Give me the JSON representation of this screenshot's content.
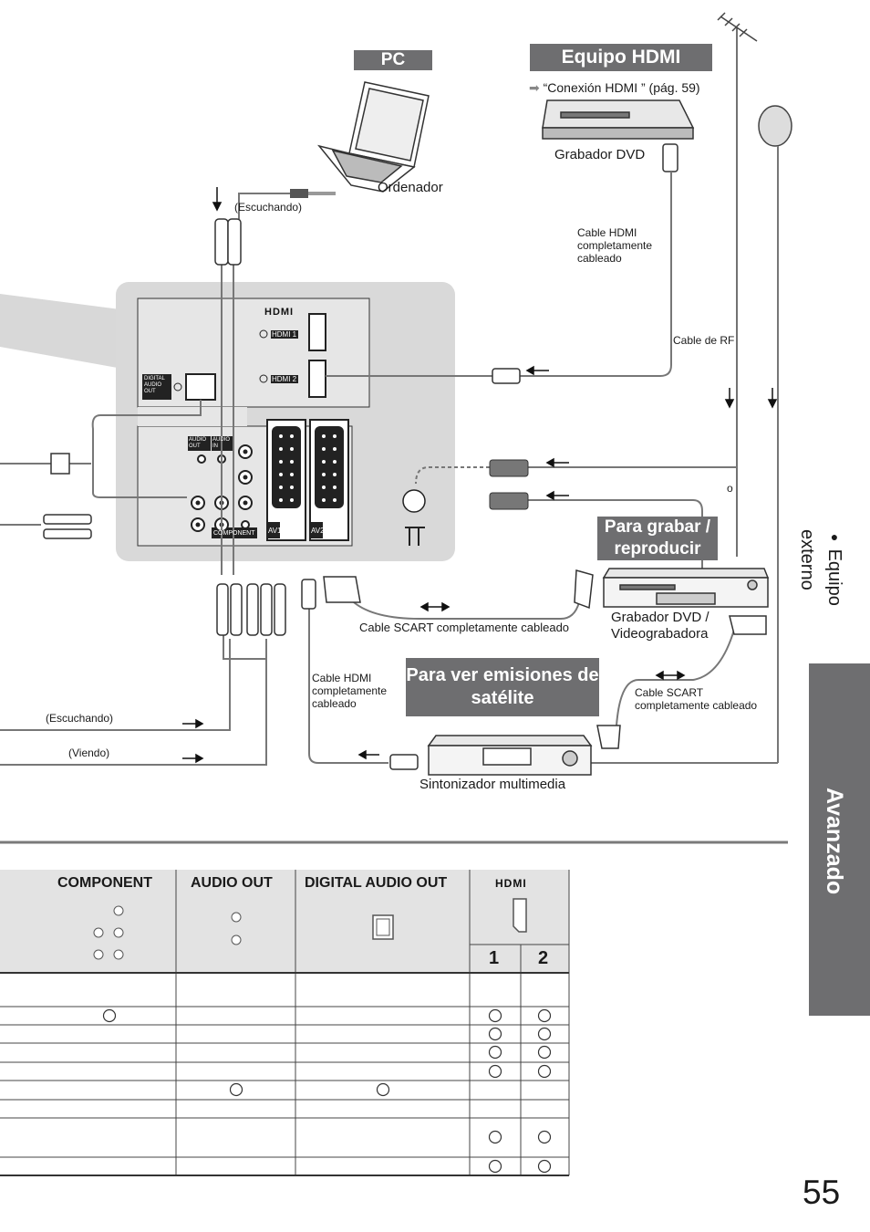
{
  "headers": {
    "pc": "PC",
    "hdmi_equipment": "Equipo HDMI",
    "record_play": "Para grabar / reproducir",
    "satellite": "Para ver emisiones de satélite"
  },
  "labels": {
    "hdmi_connection_ref": "“Conexión HDMI ” (pág. 59)",
    "dvd_recorder": "Grabador DVD",
    "computer": "Ordenador",
    "listening_top": "(Escuchando)",
    "hdmi_cable_line1": "Cable HDMI",
    "hdmi_cable_line2": "completamente",
    "hdmi_cable_line3": "cableado",
    "rf_cable": "Cable de RF",
    "or": "o",
    "scart_cable": "Cable SCART completamente cableado",
    "dvd_vcr_line1": "Grabador DVD /",
    "dvd_vcr_line2": "Videograbadora",
    "hdmi_cable2_line1": "Cable HDMI",
    "hdmi_cable2_line2": "completamente",
    "hdmi_cable2_line3": "cableado",
    "scart_cable2_line1": "Cable SCART",
    "scart_cable2_line2": "completamente cableado",
    "listening_bottom": "(Escuchando)",
    "viewing": "(Viendo)",
    "media_tuner": "Sintonizador multimedia"
  },
  "panel": {
    "hdmi_logo": "HDMI",
    "hdmi1": "HDMI 1",
    "hdmi2": "HDMI 2",
    "digital_audio_out_l1": "DIGITAL",
    "digital_audio_out_l2": "AUDIO",
    "digital_audio_out_l3": "OUT",
    "audio_out_l1": "AUDIO",
    "audio_out_l2": "OUT",
    "audio_in_l1": "AUDIO",
    "audio_in_l2": "IN",
    "component": "COMPONENT",
    "av1": "AV1",
    "av2": "AV2"
  },
  "side": {
    "section": "Equipo externo",
    "chapter": "Avanzado"
  },
  "page_number": "55",
  "table": {
    "columns": [
      "COMPONENT",
      "AUDIO OUT",
      "DIGITAL AUDIO OUT",
      "HDMI"
    ],
    "hdmi_subcolumns": [
      "1",
      "2"
    ],
    "rows": [
      {
        "component": false,
        "audio_out": false,
        "digital": false,
        "hdmi1": false,
        "hdmi2": false
      },
      {
        "component": true,
        "audio_out": false,
        "digital": false,
        "hdmi1": true,
        "hdmi2": true
      },
      {
        "component": false,
        "audio_out": false,
        "digital": false,
        "hdmi1": true,
        "hdmi2": true
      },
      {
        "component": false,
        "audio_out": false,
        "digital": false,
        "hdmi1": true,
        "hdmi2": true
      },
      {
        "component": false,
        "audio_out": false,
        "digital": false,
        "hdmi1": true,
        "hdmi2": true
      },
      {
        "component": false,
        "audio_out": true,
        "digital": true,
        "hdmi1": false,
        "hdmi2": false
      },
      {
        "component": false,
        "audio_out": false,
        "digital": false,
        "hdmi1": false,
        "hdmi2": false
      },
      {
        "component": false,
        "audio_out": false,
        "digital": false,
        "hdmi1": true,
        "hdmi2": true
      },
      {
        "component": false,
        "audio_out": false,
        "digital": false,
        "hdmi1": true,
        "hdmi2": true
      }
    ]
  }
}
